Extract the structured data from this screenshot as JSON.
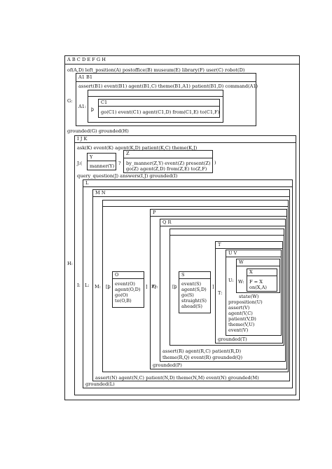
{
  "drs": {
    "outer": {
      "referents": "A B C D E F G H",
      "conditions": "of(A,D) left_position(A) postoffice(B) museum(E) library(F) user(C) robot(D)",
      "tail": "grounded(G) grounded(H)"
    },
    "g": {
      "label": "G:",
      "referents": "A1 B1",
      "conditions": "assert(B1) event(B1) agent(B1,C) theme(B1,A1) patient(B1,D) command(A1)",
      "a1": {
        "label": "A1:",
        "op": "ꝧ",
        "referents": "C1",
        "conditions": "go(C1) event(C1) agent(C1,D) from(C1,E) to(C1,F)"
      }
    },
    "h": {
      "label": "H:",
      "referents": "I J K",
      "conditions": "ask(K) event(K) agent(K,D) patient(K,C) theme(K,J)",
      "j": {
        "label": "J:(",
        "close": ")",
        "qmark": "?",
        "y": {
          "referents": "Y",
          "conditions": "manner(Y)"
        },
        "z": {
          "referents": "Z",
          "line1": "by_manner(Z,Y) event(Z) present(Z)",
          "line2": "go(Z) agent(Z,D) from(Z,E) to(Z,F)"
        }
      },
      "query": "query_question(J) answers(I,J) grounded(I)",
      "i": {
        "label": "I:",
        "referents": "L",
        "tail": "grounded(L)",
        "l": {
          "label": "L:",
          "referents": "M N",
          "tail": "assert(N) agent(N,C) patient(N,D) theme(N,M) event(N) grounded(M)",
          "m": {
            "label": "M:",
            "op": "[ꝧ",
            "close": "]",
            "o": {
              "referents": "O",
              "conditions": [
                "event(O)",
                "agent(O,D)",
                "go(O)",
                "to(O,B)"
              ]
            },
            "p": {
              "label": "P:",
              "referents": "P",
              "tail": "grounded(P)",
              "op": "[ꝧ",
              "close": "]",
              "q": {
                "label": "Q:",
                "referents": "Q R",
                "tail1": "assert(R) agent(R,C) patient(R,D)",
                "tail2": "theme(R,Q) event(R) grounded(Q)",
                "s": {
                  "referents": "S",
                  "conditions": [
                    "event(S)",
                    "agent(S,D)",
                    "go(S)",
                    "straight(S)",
                    "ahead(S)"
                  ]
                },
                "t": {
                  "label": "T:",
                  "referents": "T",
                  "tail": "grounded(T)",
                  "conditions": [
                    "proposition(U)",
                    "assert(V)",
                    "agent(V,C)",
                    "patient(V,D)",
                    "theme(V,U)",
                    "event(V)"
                  ],
                  "u": {
                    "label": "U:",
                    "referents": "U V",
                    "tail": "state(W)",
                    "w": {
                      "label": "W:",
                      "referents": "W",
                      "x": {
                        "referents": "X",
                        "conditions": [
                          "F = X",
                          "on(X,A)"
                        ]
                      }
                    }
                  }
                }
              }
            }
          }
        }
      }
    }
  }
}
